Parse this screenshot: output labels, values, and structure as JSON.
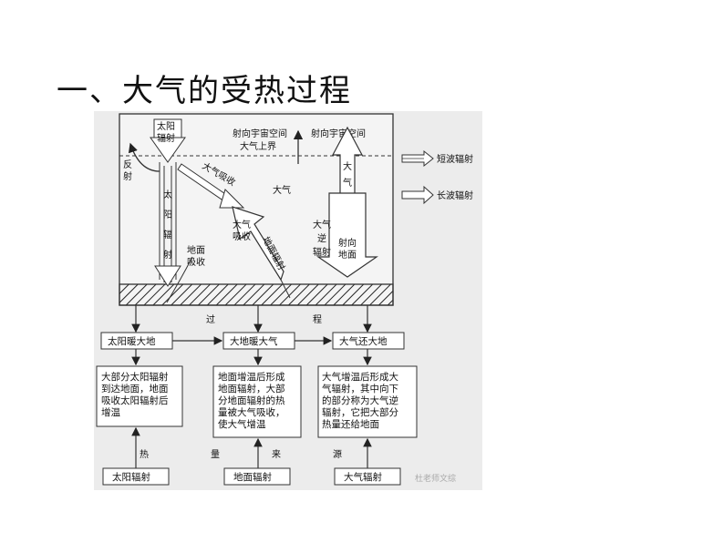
{
  "title": "一、大气的受热过程",
  "diagram": {
    "solar_radiation": "太阳辐射",
    "reflection": "反射",
    "solar_radiation_vertical": "太阳辐射",
    "atmosphere_absorb_diag": "大气吸收",
    "to_space_1": "射向宇宙空间",
    "atmos_upper_boundary": "大气上界",
    "to_space_2": "射向宇宙空间",
    "atmosphere": "大气",
    "ground_absorb": "地面吸收",
    "atmos_absorb_2": "大气吸收",
    "ground_radiation": "地面辐射",
    "atmos_radiation": "大气辐射",
    "atmos_counter_radiation": "大气逆辐射",
    "toward_ground": "射向地面",
    "legend_short": "短波辐射",
    "legend_long": "长波辐射",
    "process_left": "过",
    "process_right": "程",
    "box_sun_warms_earth": "太阳暖大地",
    "box_earth_warms_air": "大地暖大气",
    "box_air_returns_earth": "大气还大地",
    "desc1": [
      "大部分太阳辐射",
      "到达地面，地面",
      "吸收太阳辐射后",
      "增温"
    ],
    "desc2": [
      "地面增温后形成",
      "地面辐射，大部",
      "分地面辐射的热",
      "量被大气吸收，",
      "使大气增温"
    ],
    "desc3": [
      "大气增温后形成大",
      "气辐射，其中向下",
      "的部分称为大气逆",
      "辐射，它把大部分",
      "热量还给地面"
    ],
    "heat_chars": [
      "热",
      "量",
      "来",
      "源"
    ],
    "src1": "太阳辐射",
    "src2": "地面辐射",
    "src3": "大气辐射",
    "watermark": "杜老师文综"
  }
}
